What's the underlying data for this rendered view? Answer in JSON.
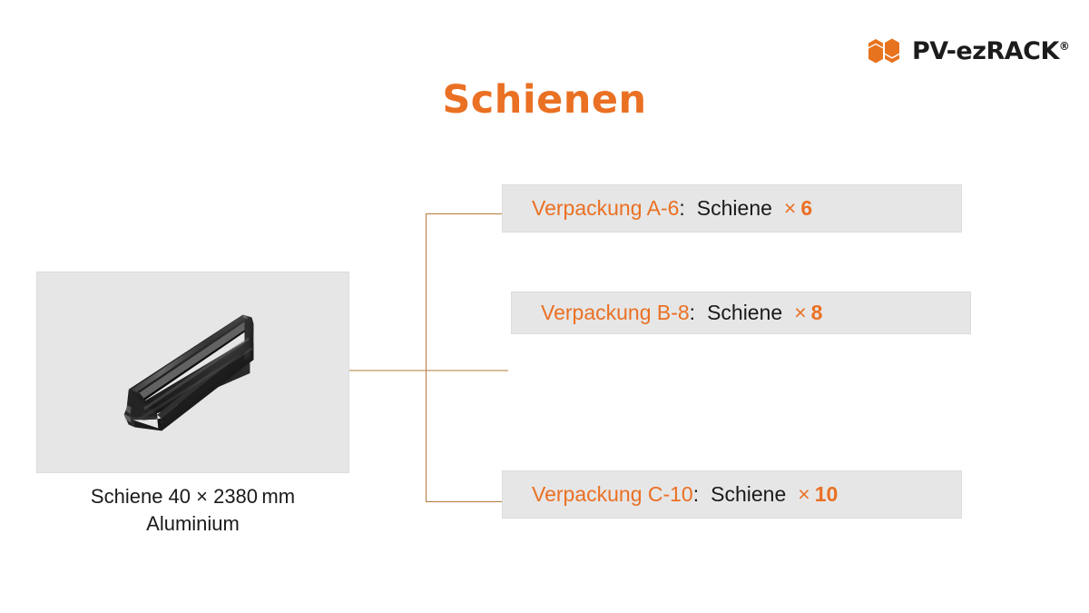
{
  "brand": {
    "logo_icon": "pv-ezrack-hexagon-logo",
    "name": "PV-ezRACK",
    "registered_mark": "®"
  },
  "header": {
    "title": "Schienen",
    "title_color": "#ea7023"
  },
  "product": {
    "image_alt": "black-aluminium-rail-profile",
    "caption_line1": "Schiene 40 × 2380 mm",
    "caption_line2": "Aluminium"
  },
  "packaging": {
    "rows": [
      {
        "id": "A",
        "name": "Verpackung A-6",
        "colon": ":",
        "item": "Schiene",
        "times": "×",
        "qty": "6"
      },
      {
        "id": "B",
        "name": "Verpackung B-8",
        "colon": ":",
        "item": "Schiene",
        "times": "×",
        "qty": "8"
      },
      {
        "id": "C",
        "name": "Verpackung C-10",
        "colon": ":",
        "item": "Schiene",
        "times": "×",
        "qty": "10"
      }
    ]
  },
  "colors": {
    "accent_orange": "#ea7023",
    "panel_gray": "#e6e6e6",
    "panel_border": "#dcdcdc",
    "connector_line": "#b5793c",
    "text_dark": "#1a1a1a",
    "background": "#ffffff"
  }
}
